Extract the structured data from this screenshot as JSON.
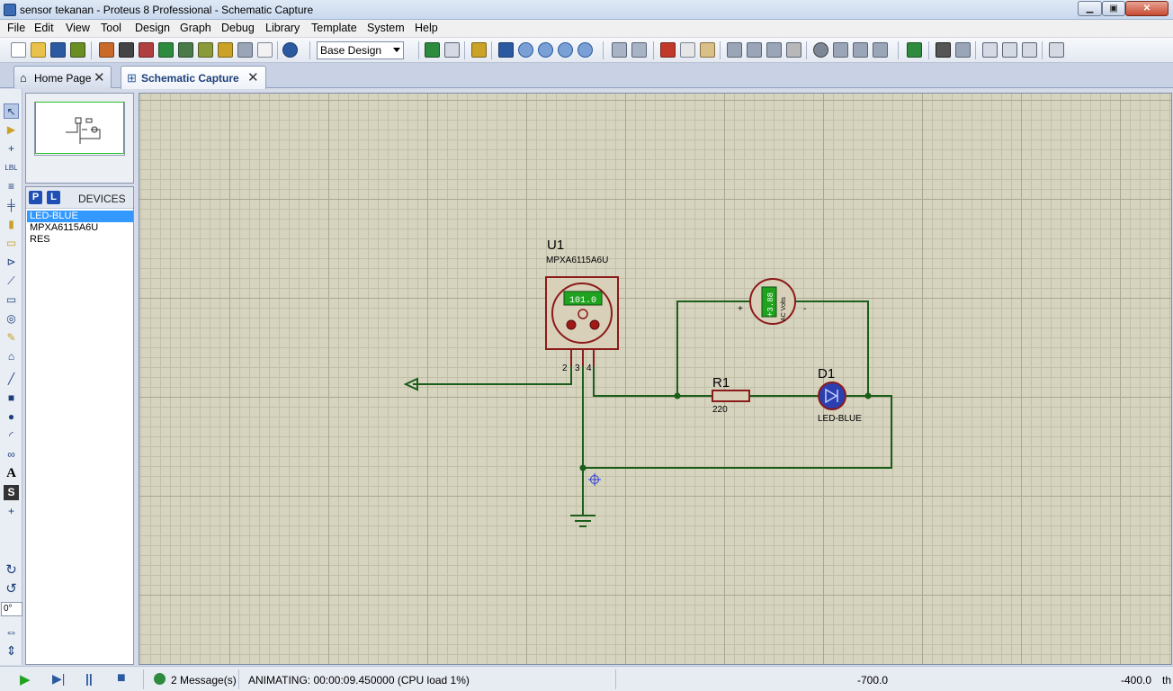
{
  "window": {
    "title": "sensor tekanan - Proteus 8 Professional - Schematic Capture",
    "min_glyph": "▁",
    "max_glyph": "▣",
    "close_glyph": "✕"
  },
  "menu": [
    "File",
    "Edit",
    "View",
    "Tool",
    "Design",
    "Graph",
    "Debug",
    "Library",
    "Template",
    "System",
    "Help"
  ],
  "toolbar": {
    "design_select": "Base Design",
    "colors": {
      "blue": "#2c5aa0",
      "green": "#2e8b3e",
      "gold": "#c9a227",
      "red": "#c0392b",
      "gray": "#7d8796"
    }
  },
  "tabs": [
    {
      "label": "Home Page",
      "icon": "home-icon",
      "icon_glyph": "⌂",
      "close_glyph": "✕"
    },
    {
      "label": "Schematic Capture",
      "icon": "schematic-icon",
      "icon_glyph": "⊞",
      "close_glyph": "✕"
    }
  ],
  "devices": {
    "p_label": "P",
    "l_label": "L",
    "title": "DEVICES",
    "items": [
      "LED-BLUE",
      "MPXA6115A6U",
      "RES"
    ],
    "selected_index": 0
  },
  "left_tools": {
    "glyphs": [
      "↖",
      "▶",
      "+",
      "LBL",
      "≡",
      "╪",
      "▮",
      "▭",
      "⊳",
      "⟋",
      "▭",
      "◎",
      "✎",
      "⌂",
      "╱",
      "■",
      "●",
      "◜",
      "∞",
      "A",
      "S",
      "+"
    ],
    "rotate_cw": "↻",
    "rotate_ccw": "↺",
    "rotation_value": "0°",
    "mirror_h": "⇔",
    "mirror_v": "⇕"
  },
  "schematic": {
    "u1_ref": "U1",
    "u1_part": "MPXA6115A6U",
    "u1_display": "101.0",
    "pins": [
      "2",
      "3",
      "4"
    ],
    "voltmeter_value": "+3.88",
    "voltmeter_unit": "AC Volts",
    "voltmeter_plus": "+",
    "voltmeter_minus": "-",
    "r1_ref": "R1",
    "r1_value": "220",
    "d1_ref": "D1",
    "d1_part": "LED-BLUE",
    "colors": {
      "wire": "#1a5e1a",
      "component": "#8b1a1a",
      "fill": "#d8d0b8",
      "lcd": "#1fa31f",
      "led": "#2b3fb0"
    }
  },
  "status": {
    "play_label": "▶",
    "step_label": "▶|",
    "pause_label": "||",
    "stop_label": "■",
    "messages": "2 Message(s)",
    "animating": "ANIMATING: 00:00:09.450000 (CPU load 1%)",
    "coord_x": "-700.0",
    "coord_y": "-400.0",
    "units": "th"
  }
}
